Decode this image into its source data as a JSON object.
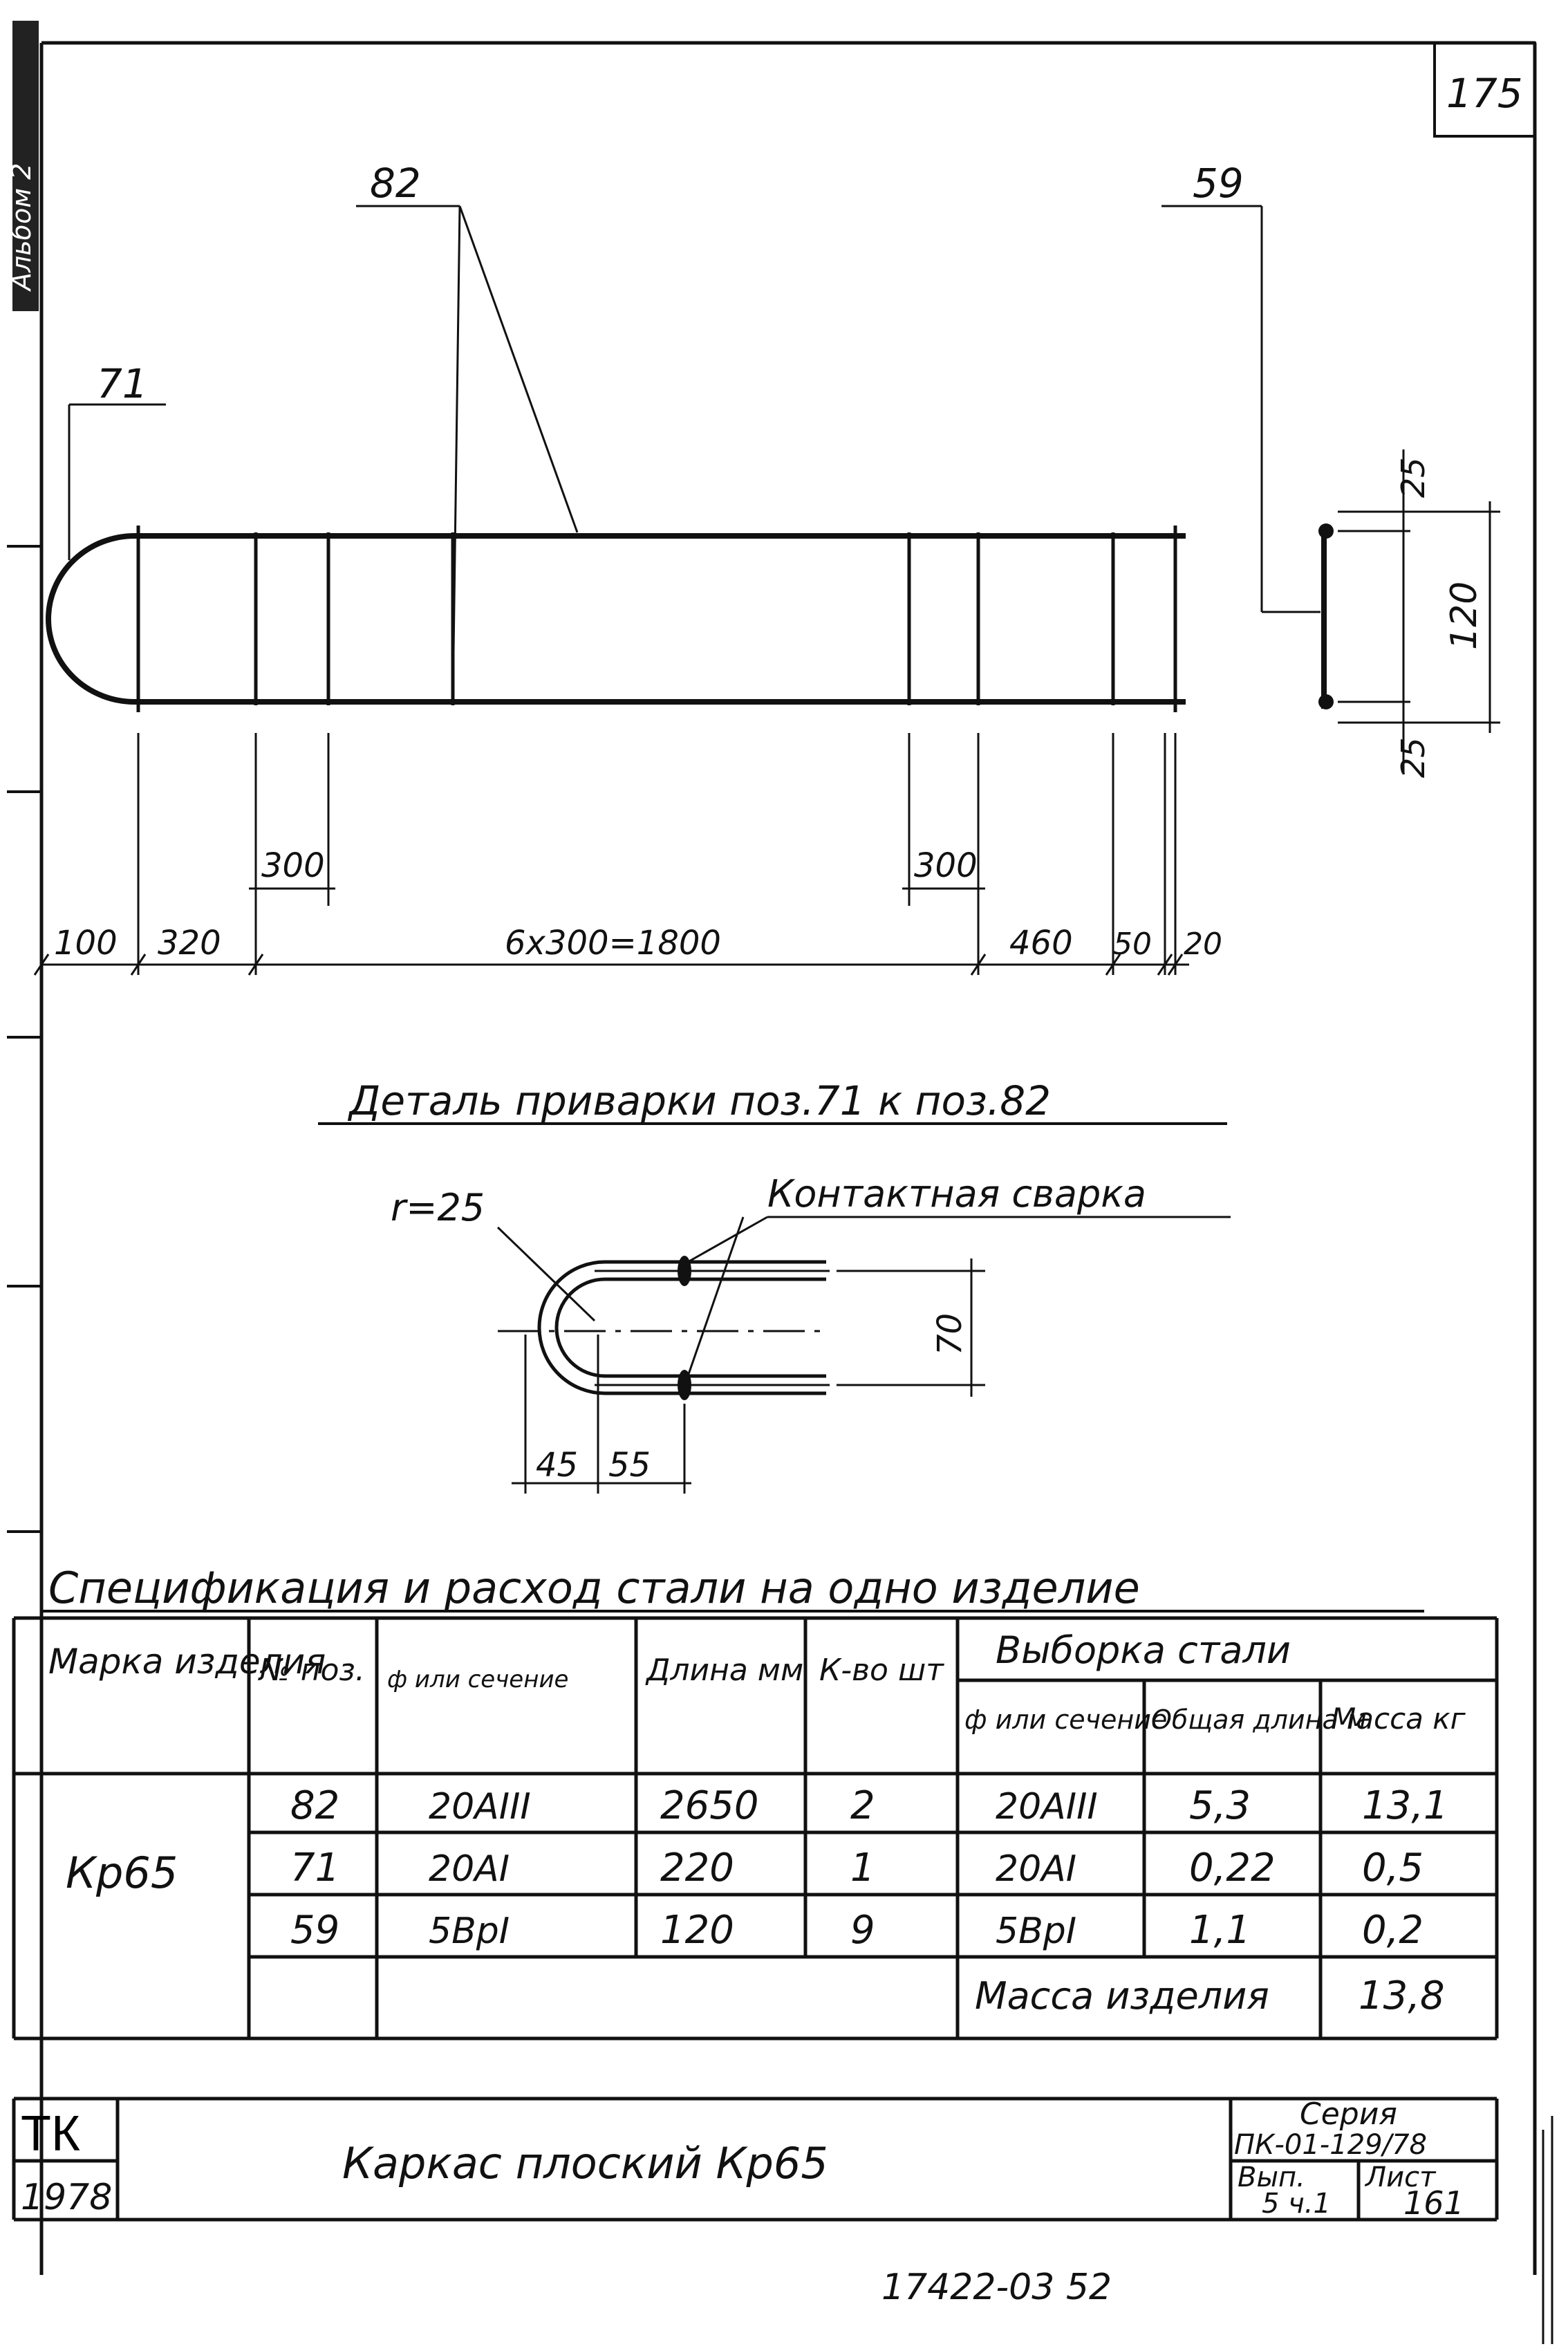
{
  "sheet": {
    "corner_number": "175",
    "side_stamp": "Альбом 2",
    "bottom_code": "17422-03  52"
  },
  "main_view": {
    "callouts": {
      "pos82": "82",
      "pos71": "71",
      "pos59": "59"
    },
    "dimensions": {
      "d100": "100",
      "d320": "320",
      "d6x300": "6x300=1800",
      "d460": "460",
      "d50": "50",
      "d20": "20",
      "d300_left": "300",
      "d300_right": "300"
    }
  },
  "section_view": {
    "dims": {
      "top": "25",
      "middle": "120",
      "bottom": "25"
    }
  },
  "weld_detail": {
    "title": "Деталь приварки поз.71 к поз.82",
    "radius_label": "r=25",
    "weld_label": "Контактная сварка",
    "dims": {
      "height": "70",
      "a": "45",
      "b": "55"
    }
  },
  "spec": {
    "title": "Спецификация и расход стали на одно изделие",
    "headers": {
      "mark": "Марка изделия",
      "pos": "№ поз.",
      "section": "ф или сечение",
      "length": "Длина мм",
      "qty": "К-во шт",
      "selection": "Выборка стали",
      "sel_section": "ф или сечение",
      "sel_total_length": "Общая длина м",
      "sel_mass": "Масса кг"
    },
    "mark_value": "Кр65",
    "rows": [
      {
        "pos": "82",
        "section": "20AIII",
        "length": "2650",
        "qty": "2",
        "sel_section": "20AIII",
        "total_length": "5,3",
        "mass": "13,1"
      },
      {
        "pos": "71",
        "section": "20AI",
        "length": "220",
        "qty": "1",
        "sel_section": "20AI",
        "total_length": "0,22",
        "mass": "0,5"
      },
      {
        "pos": "59",
        "section": "5BpI",
        "length": "120",
        "qty": "9",
        "sel_section": "5BpI",
        "total_length": "1,1",
        "mass": "0,2"
      }
    ],
    "total_label": "Масса изделия",
    "total_value": "13,8"
  },
  "title_block": {
    "org_code": "ТК",
    "year": "1978",
    "drawing_title": "Каркас плоский Кр65",
    "series_label": "Серия",
    "series_value": "ПК-01-129/78",
    "issue_label": "Вып.",
    "issue_value": "5 ч.1",
    "sheet_label": "Лист",
    "sheet_value": "161"
  }
}
